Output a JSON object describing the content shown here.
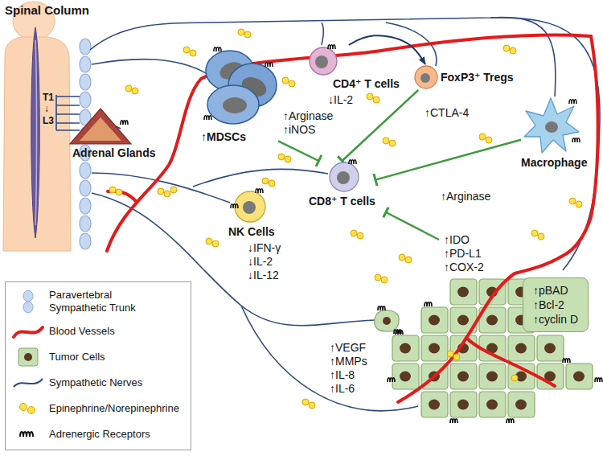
{
  "diagram": {
    "nodes": [
      {
        "text": [
          "↑MDSCs"
        ]
      },
      {
        "text": [
          "CD4⁺ T cells",
          "↓IL-2"
        ]
      },
      {
        "text": [
          "FoxP3⁺ Tregs"
        ]
      },
      {
        "text": [
          "Macrophage"
        ]
      },
      {
        "text": [
          "Adrenal Glands"
        ]
      },
      {
        "text": [
          "CD8⁺ T cells"
        ]
      },
      {
        "text": [
          "NK Cells",
          "↓IFN-γ",
          "↓IL-2",
          "↓IL-12"
        ]
      },
      {
        "text": [
          "↑pBAD",
          "↑Bcl-2",
          "↑cyclin D"
        ]
      }
    ],
    "edges": [
      {
        "from": 1,
        "to": 2,
        "arrow": "to"
      },
      {
        "from": 0,
        "to": 5,
        "arrow": "to"
      },
      {
        "from": 2,
        "to": 5,
        "arrow": "to"
      },
      {
        "from": 3,
        "to": 5,
        "arrow": "to"
      }
    ],
    "labels": [
      "Spinal Column",
      "T1",
      "↓",
      "L3",
      "↑Arginase",
      "↑iNOS",
      "↑CTLA-4",
      "↑Arginase",
      "↑IDO",
      "↑PD-L1",
      "↑COX-2",
      "↑VEGF",
      "↑MMPs",
      "↑IL-8",
      "↑IL-6"
    ],
    "legend": [
      {
        "text": "Paravertebral Sympathetic Trunk"
      },
      {
        "text": "Blood Vessels"
      },
      {
        "text": "Tumor Cells"
      },
      {
        "text": "Sympathetic Nerves"
      },
      {
        "text": "Epinephrine/Norepinephrine"
      },
      {
        "text": "Adrenergic Receptors"
      }
    ]
  }
}
